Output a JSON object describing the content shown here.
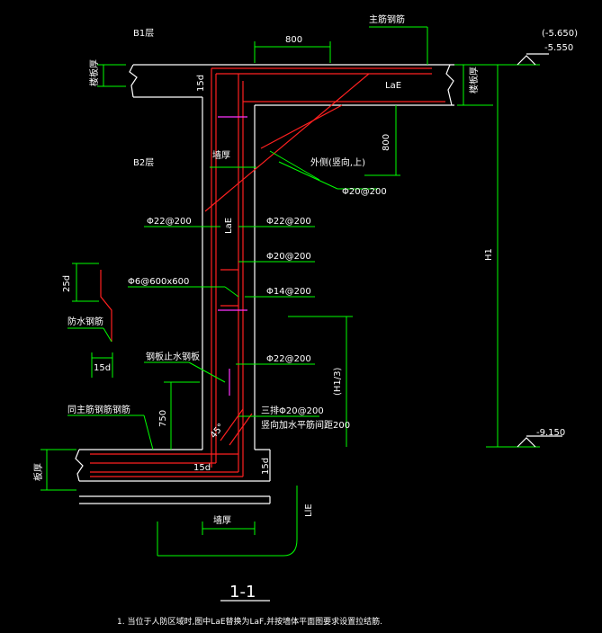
{
  "labels": {
    "floor_b1": "B1层",
    "floor_b2": "B2层",
    "dim_800_top": "800",
    "dim_800_side": "800",
    "main_rebar": "主筋钢筋",
    "elev_top_paren": "(-5.650)",
    "elev_top": "-5.550",
    "elev_bottom": "-9.150",
    "slab_thickness_left": "楼板厚",
    "slab_thickness_right": "楼板厚",
    "dim_15d_top": "15d",
    "dim_LaE_top": "LaE",
    "wall_thickness": "墙厚",
    "dim_LaE_wall": "LaE",
    "outer_rebar": "外侧(竖向,上)",
    "rebar_20_200_a": "Φ20@200",
    "rebar_22_200_left": "Φ22@200",
    "rebar_22_200_right": "Φ22@200",
    "rebar_20_200_b": "Φ20@200",
    "rebar_6_600": "Φ6@600x600",
    "rebar_14_200": "Φ14@200",
    "rebar_22_200_lower": "Φ22@200",
    "dim_25d": "25d",
    "dim_15d_left": "15d",
    "waterproof_rebar": "防水钢筋",
    "waterstop": "钢板止水钢板",
    "dim_H": "H1",
    "dim_H3": "(H1/3)",
    "triple_rebar": "三排Φ20@200",
    "vertical_note": "竖向加水平筋间距200",
    "top_main_rebar": "同主筋钢筋钢筋",
    "dim_750": "750",
    "dim_45": "45°",
    "dim_15d_bottom": "15d",
    "dim_15d_bottom_right": "15d",
    "slab_thickness_bottom": "板厚",
    "wall_thickness_bottom": "墙厚",
    "dim_LE": "LlE",
    "section_title": "1-1",
    "note": "1. 当位于人防区域时,图中LaE替换为LaF,并按墙体平面图要求设置拉结筋."
  },
  "colors": {
    "background": "#000000",
    "line_white": "#ffffff",
    "line_green": "#00ff00",
    "line_red": "#ff2020",
    "line_magenta": "#ff33ff"
  }
}
